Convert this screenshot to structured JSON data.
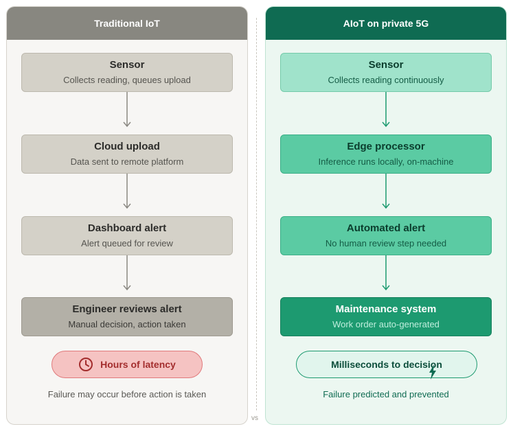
{
  "left": {
    "header": "Traditional IoT",
    "steps": [
      {
        "title": "Sensor",
        "subtitle": "Collects reading, queues upload"
      },
      {
        "title": "Cloud upload",
        "subtitle": "Data sent to remote platform"
      },
      {
        "title": "Dashboard alert",
        "subtitle": "Alert queued for review"
      },
      {
        "title": "Engineer reviews alert",
        "subtitle": "Manual decision, action taken"
      }
    ],
    "badge": {
      "icon": "clock-icon",
      "label": "Hours of latency"
    },
    "footer": "Failure may occur before action is taken"
  },
  "right": {
    "header": "AIoT on private 5G",
    "steps": [
      {
        "title": "Sensor",
        "subtitle": "Collects reading continuously"
      },
      {
        "title": "Edge processor",
        "subtitle": "Inference runs locally, on-machine"
      },
      {
        "title": "Automated alert",
        "subtitle": "No human review step needed"
      },
      {
        "title": "Maintenance system",
        "subtitle": "Work order auto-generated"
      }
    ],
    "badge": {
      "icon": "lightning-icon",
      "label": "Milliseconds to decision"
    },
    "footer": "Failure predicted and prevented"
  },
  "divider_label": "vs",
  "colors": {
    "left_header": "#888780",
    "right_header": "#0f6b52",
    "latency_red": "#a32d2d",
    "accent_green": "#1d9a70"
  }
}
